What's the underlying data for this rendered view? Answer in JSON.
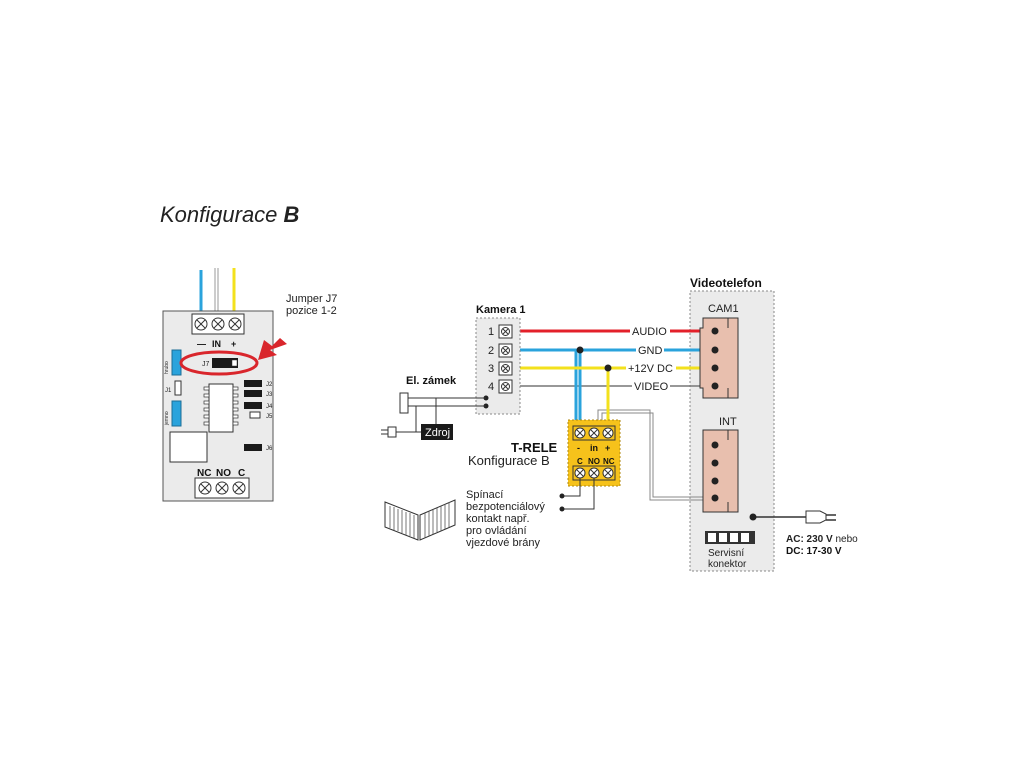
{
  "title": {
    "prefix": "Konfigurace ",
    "emphasis": "B"
  },
  "board": {
    "jumper_note_line1": "Jumper J7",
    "jumper_note_line2": "pozice 1-2",
    "in_minus": "—",
    "in_label": "IN",
    "in_plus": "+",
    "j7": "J7",
    "j1": "J1",
    "j2": "J2",
    "j3": "J3",
    "j4": "J4",
    "j5": "J5",
    "j6": "J6",
    "side_label_top": "hrubo",
    "side_label_bottom": "jemno",
    "out_nc": "NC",
    "out_no": "NO",
    "out_c": "C"
  },
  "camera": {
    "title": "Kamera 1",
    "terminals": [
      "1",
      "2",
      "3",
      "4"
    ]
  },
  "lock": {
    "label": "El. zámek",
    "power": "Zdroj"
  },
  "relay": {
    "title": "T-RELE",
    "subtitle": "Konfigurace B",
    "minus": "-",
    "in": "in",
    "plus": "+",
    "c": "C",
    "no": "NO",
    "nc": "NC"
  },
  "contact_note": [
    "Spínací",
    "bezpotenciálový",
    "kontakt např.",
    "pro ovládání",
    "vjezdové brány"
  ],
  "signals": {
    "audio": "AUDIO",
    "gnd": "GND",
    "dc": "+12V DC",
    "video": "VIDEO"
  },
  "videophone": {
    "title": "Videotelefon",
    "cam": "CAM1",
    "int": "INT",
    "service_line1": "Servisní",
    "service_line2": "konektor"
  },
  "supply": {
    "ac": "AC: 230 V",
    "ac_suffix": " nebo",
    "dc": "DC: 17-30 V"
  },
  "colors": {
    "audio": "#e3202a",
    "gnd": "#2aa3dc",
    "dc": "#f3e11d",
    "video": "#777777",
    "relay": "#f6c21b",
    "jumper_ring": "#d9262c",
    "terminal_block": "#e8bfae",
    "panel": "#ebebeb"
  }
}
